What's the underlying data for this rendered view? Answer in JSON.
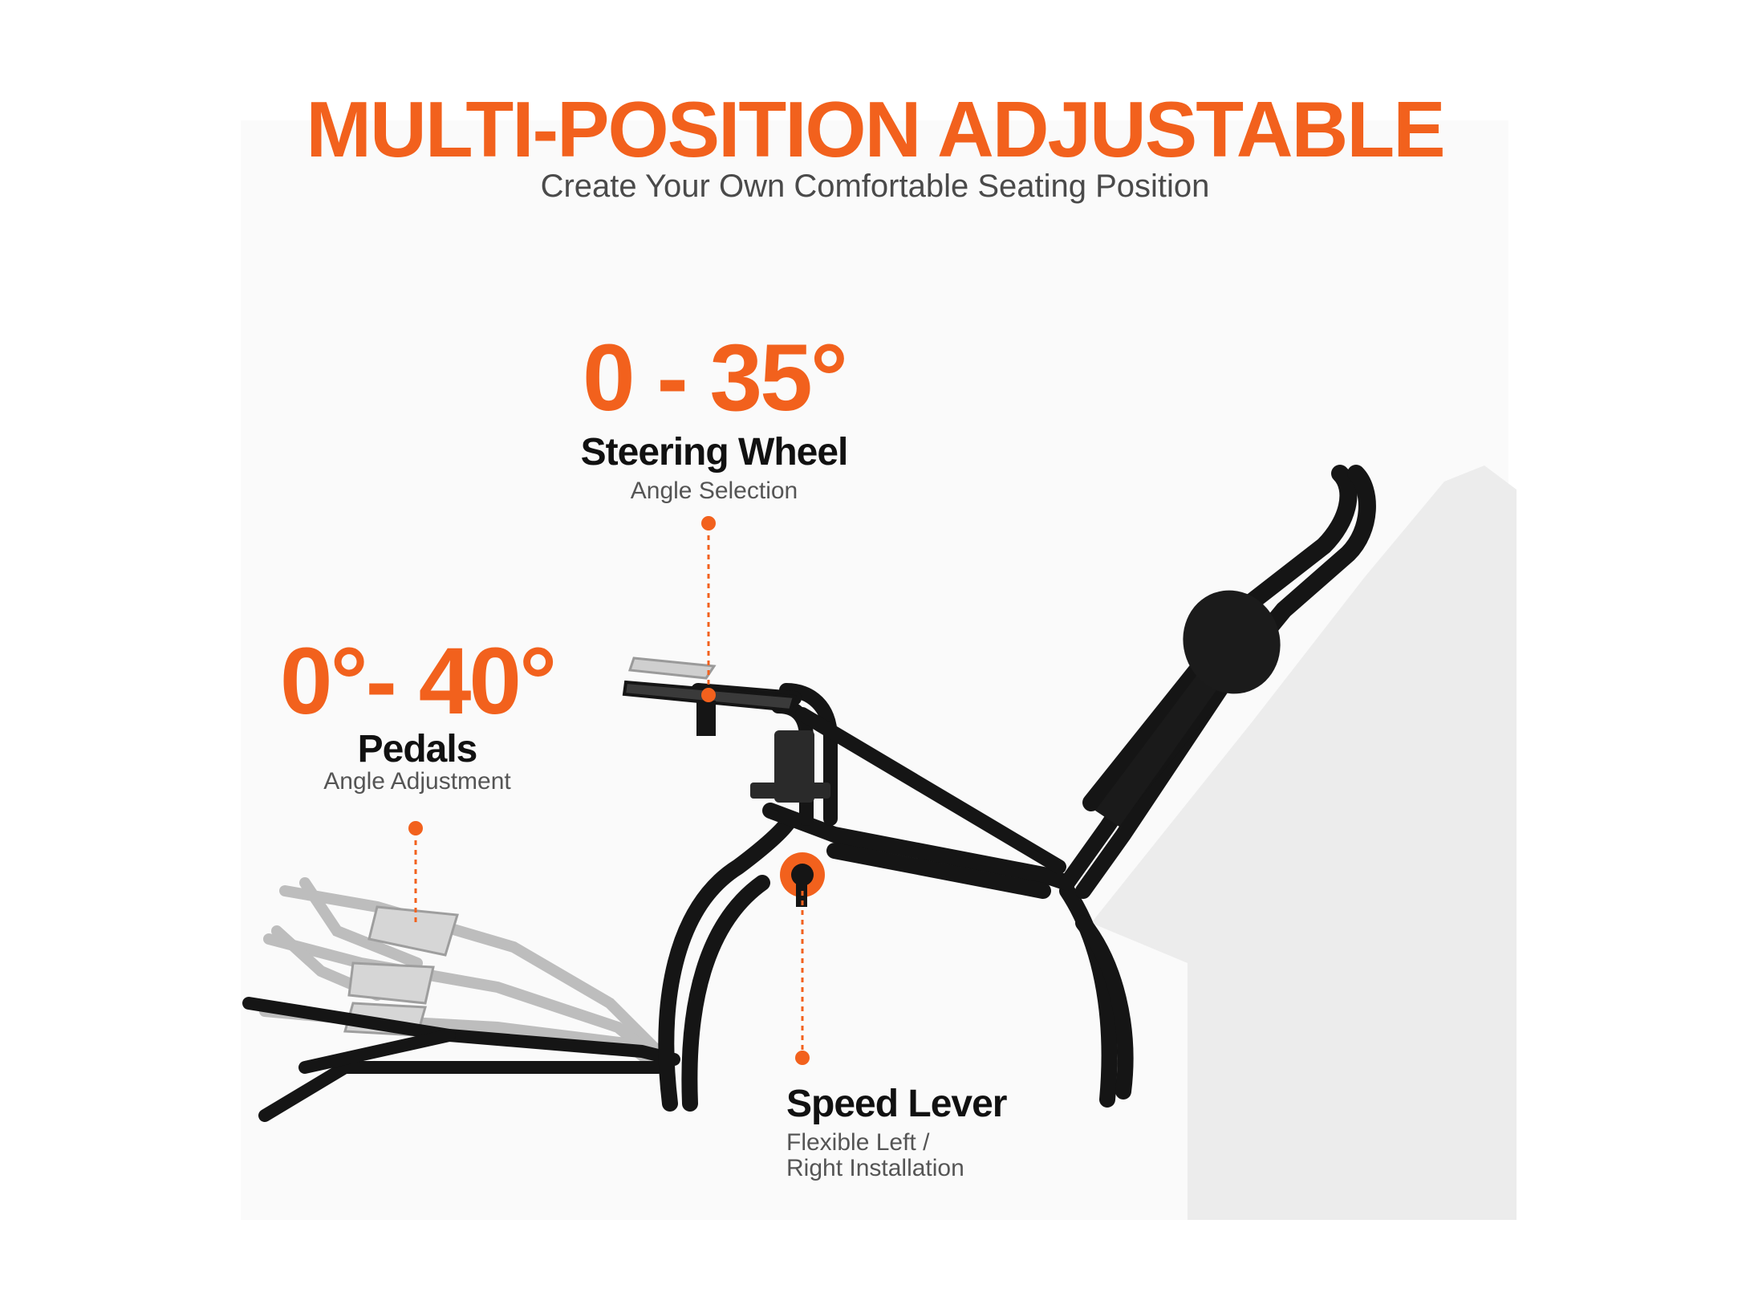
{
  "headline": "MULTI-POSITION ADJUSTABLE",
  "subheadline": "Create Your Own Comfortable Seating Position",
  "features": {
    "steering": {
      "range": "0 - 35°",
      "title": "Steering Wheel",
      "subtitle": "Angle Selection"
    },
    "pedals": {
      "range": "0°- 40°",
      "title": "Pedals",
      "subtitle": "Angle Adjustment"
    },
    "lever": {
      "title": "Speed Lever",
      "subtitle_line1": "Flexible Left /",
      "subtitle_line2": "Right Installation"
    }
  },
  "colors": {
    "accent": "#f2611d",
    "frame": "#151515",
    "ghost": "#bdbdbd",
    "backdrop": "#ececec"
  }
}
